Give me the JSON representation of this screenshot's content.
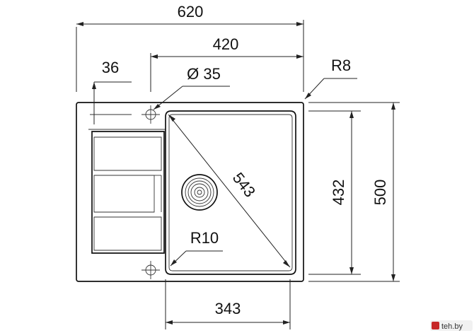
{
  "dimensions": {
    "overall_width": "620",
    "bowl_area_width": "420",
    "offset_left": "36",
    "tap_hole": "Ø 35",
    "corner_radius_outer": "R8",
    "diagonal": "543",
    "bowl_height": "432",
    "overall_height": "500",
    "corner_radius_inner": "R10",
    "bowl_width": "343"
  },
  "watermark": {
    "text": "teh.by"
  }
}
